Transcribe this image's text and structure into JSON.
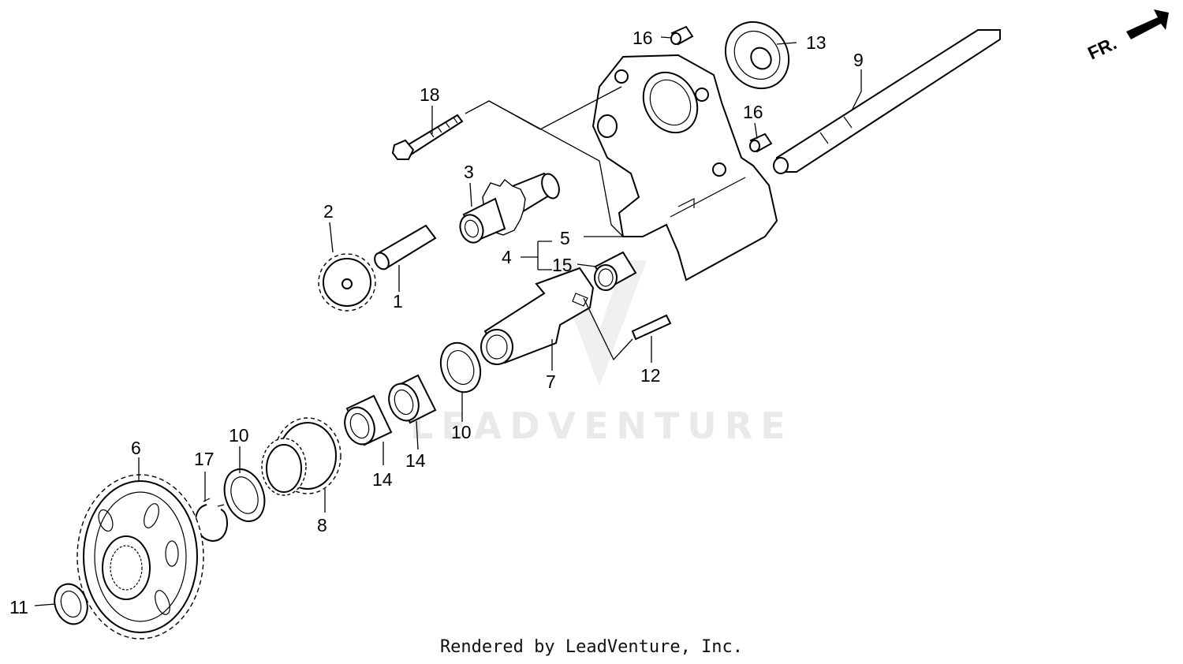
{
  "diagram": {
    "front_indicator": "FR.",
    "watermark": "LEADVENTURE",
    "credit": "Rendered by LeadVenture, Inc.",
    "callouts": {
      "c1": "1",
      "c2": "2",
      "c3": "3",
      "c4": "4",
      "c5": "5",
      "c6": "6",
      "c7": "7",
      "c8": "8",
      "c9": "9",
      "c10a": "10",
      "c10b": "10",
      "c11": "11",
      "c12": "12",
      "c13": "13",
      "c14a": "14",
      "c14b": "14",
      "c15": "15",
      "c16a": "16",
      "c16b": "16",
      "c17": "17",
      "c18": "18"
    }
  }
}
